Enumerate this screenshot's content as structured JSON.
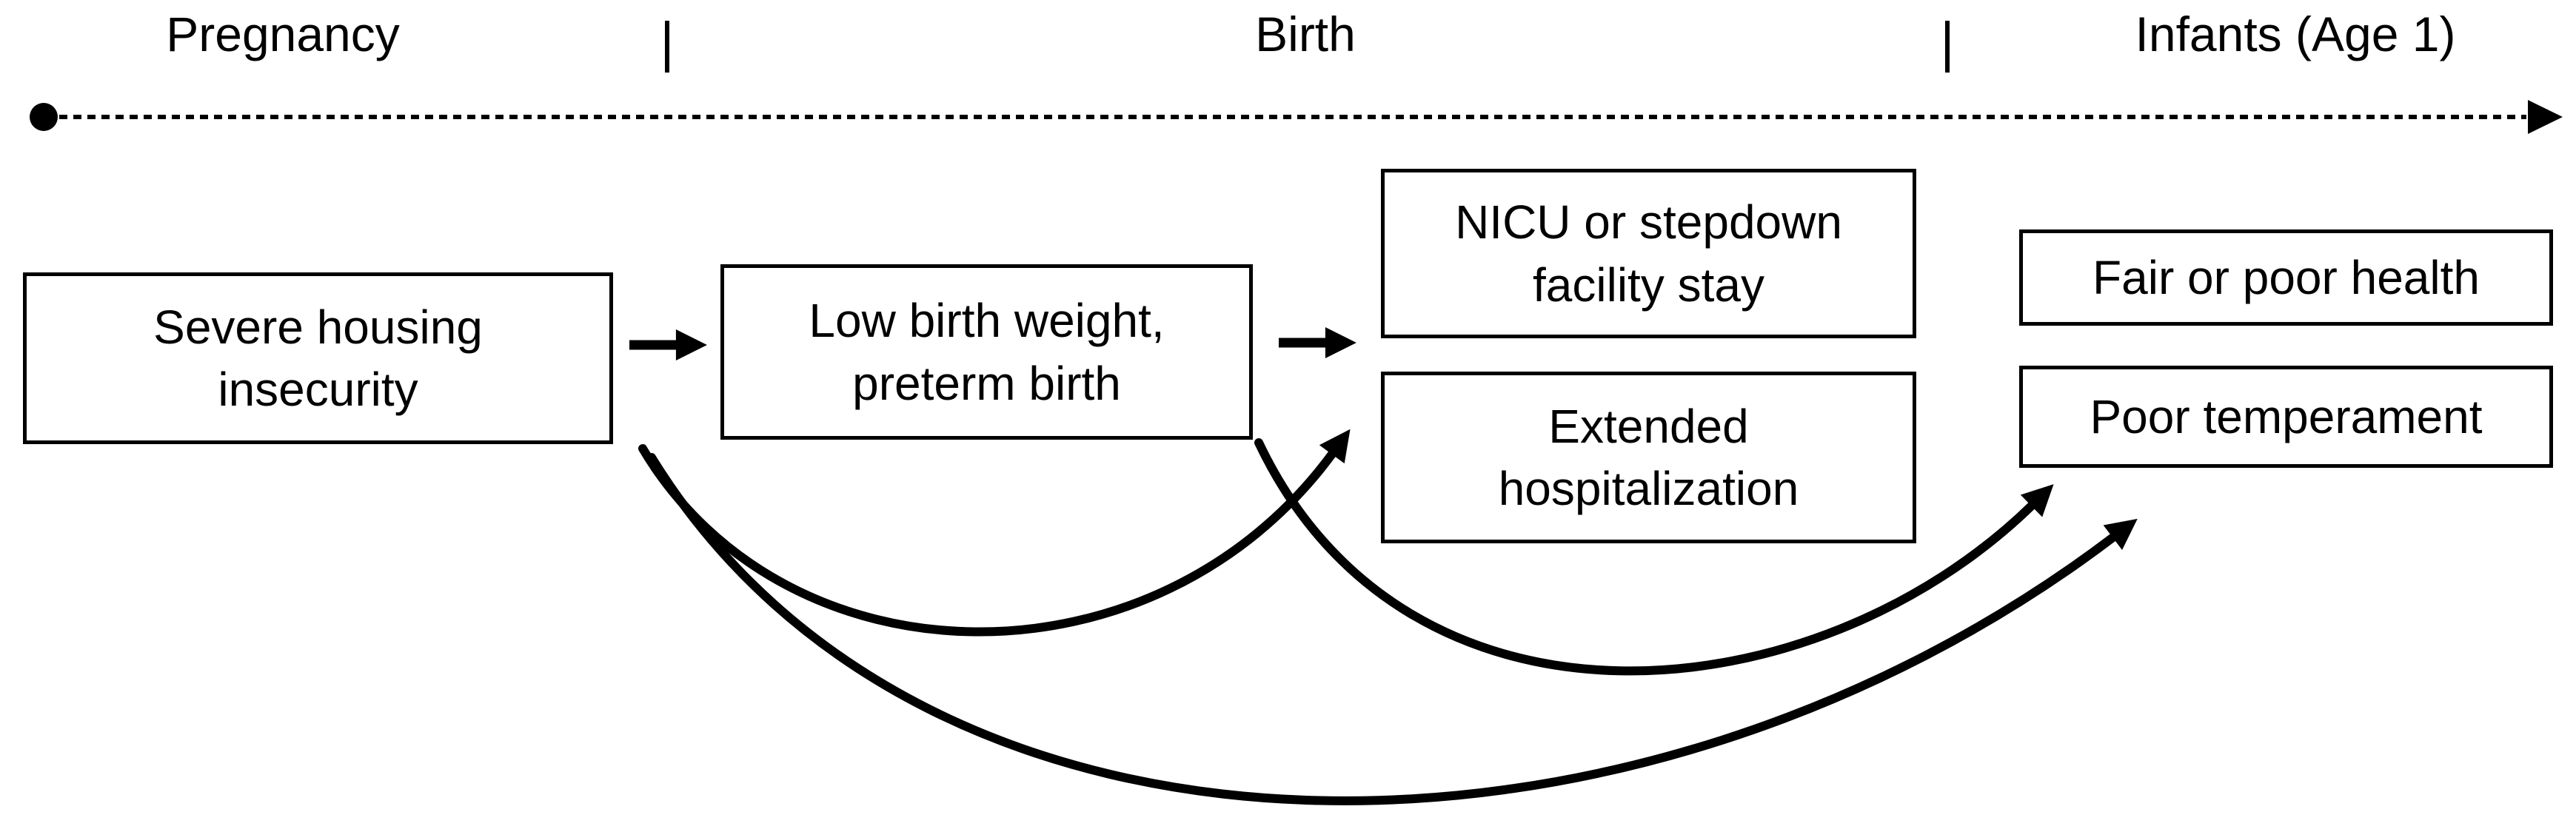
{
  "figure": {
    "type": "timeline-flow-diagram",
    "description_visible_elements": "dashed timeline with start dot and end arrow, three stage labels with tick separators, six outlined boxes, straight and curved black arrows"
  },
  "colors": {
    "ink": "#000000",
    "background": "#ffffff"
  },
  "timeline": {
    "stages": [
      {
        "label": "Pregnancy"
      },
      {
        "label": "Birth"
      },
      {
        "label": "Infants (Age 1)"
      }
    ]
  },
  "boxes": [
    {
      "id": "severe-housing-insecurity",
      "label": "Severe housing\ninsecurity"
    },
    {
      "id": "low-birth-weight-preterm-birth",
      "label": "Low birth weight,\npreterm birth"
    },
    {
      "id": "nicu-or-stepdown-facility-stay",
      "label": "NICU or stepdown\nfacility stay"
    },
    {
      "id": "extended-hospitalization",
      "label": "Extended\nhospitalization"
    },
    {
      "id": "fair-or-poor-health",
      "label": "Fair or poor health"
    },
    {
      "id": "poor-temperament",
      "label": "Poor temperament"
    }
  ],
  "edges": [
    {
      "from": "severe-housing-insecurity",
      "to": "low-birth-weight-preterm-birth",
      "style": "straight-arrow"
    },
    {
      "from": "low-birth-weight-preterm-birth",
      "to": "nicu-or-stepdown-facility-stay",
      "style": "straight-arrow"
    },
    {
      "from": "severe-housing-insecurity",
      "to": "extended-hospitalization",
      "style": "curved-arrow"
    },
    {
      "from": "low-birth-weight-preterm-birth",
      "to": "poor-temperament",
      "style": "curved-arrow"
    },
    {
      "from": "severe-housing-insecurity",
      "to": "poor-temperament",
      "style": "curved-arrow"
    }
  ]
}
